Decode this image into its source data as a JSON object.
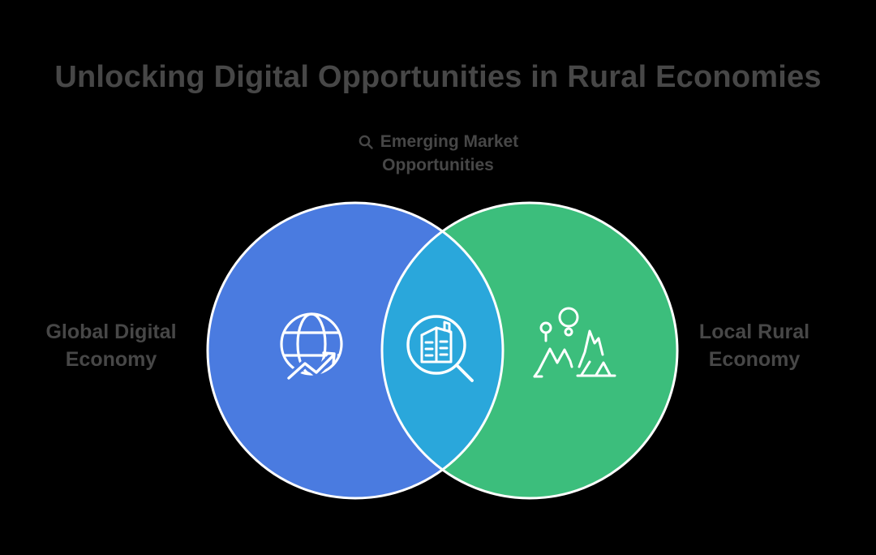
{
  "title": "Unlocking Digital Opportunities in Rural Economies",
  "center_label": {
    "line1": "Emerging Market",
    "line2": "Opportunities",
    "icon": "magnifier-icon"
  },
  "left_set": {
    "label_line1": "Global Digital",
    "label_line2": "Economy",
    "icon": "globe-growth-icon"
  },
  "right_set": {
    "label_line1": "Local Rural",
    "label_line2": "Economy",
    "icon": "map-pins-mountains-icon"
  },
  "intersection": {
    "icon": "magnifier-building-icon"
  },
  "colors": {
    "background": "#000000",
    "text": "#474747",
    "left_circle": "#4A7BE0",
    "right_circle": "#3CBE7C",
    "overlap": "#2AA7DB",
    "circle_outline": "#FFFFFF",
    "icon_stroke": "#FFFFFF"
  }
}
